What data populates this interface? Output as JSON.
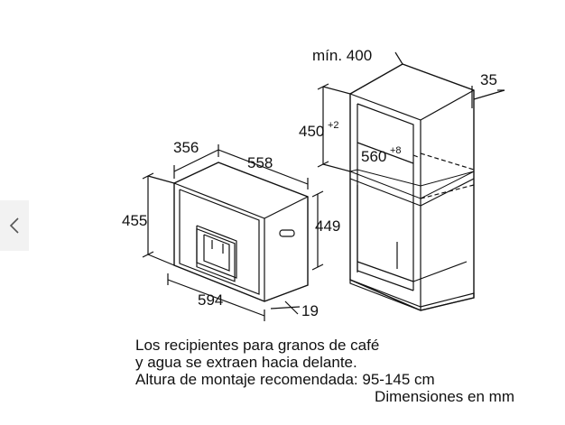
{
  "nav": {
    "prev_icon": "chevron-left-icon"
  },
  "dimensions": {
    "min_400": "mín. 400",
    "d35": "35",
    "d450": "450",
    "d450_tol": "+2",
    "d560": "560",
    "d560_tol": "+8",
    "d356": "356",
    "d558": "558",
    "d455": "455",
    "d449": "449",
    "d594": "594",
    "d19": "19"
  },
  "caption": {
    "line1": "Los recipientes para granos de café",
    "line2": "y agua se extraen hacia delante.",
    "line3": "Altura de montaje recomendada: 95-145 cm",
    "units": "Dimensiones en mm"
  }
}
